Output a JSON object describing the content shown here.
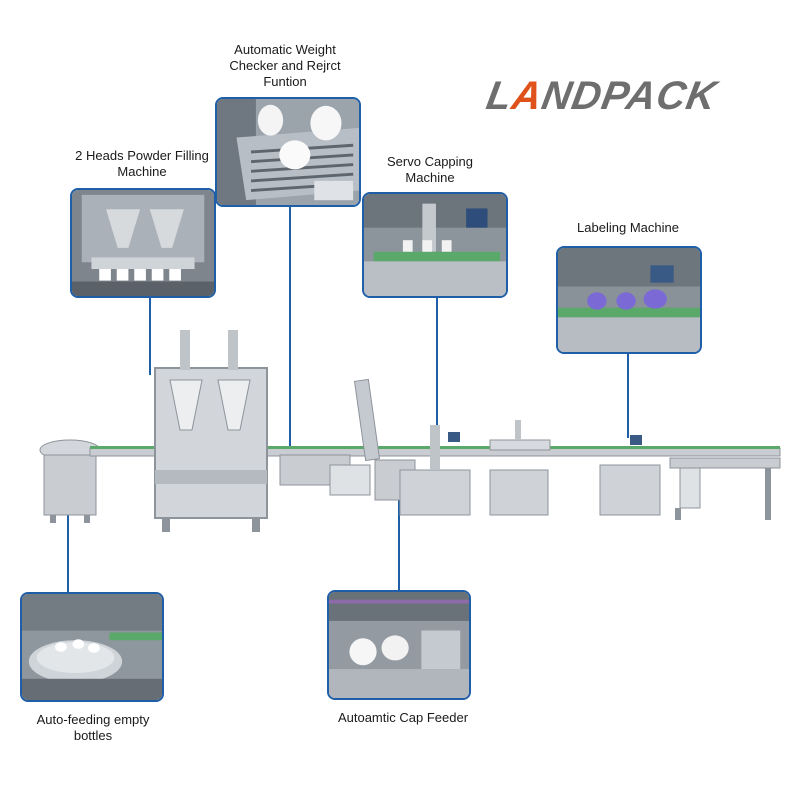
{
  "logo": {
    "prefix": "L",
    "accent": "A",
    "suffix": "NDPACK",
    "colors": {
      "main": "#6e6e6e",
      "accent": "#e0521c"
    }
  },
  "labels": {
    "weight_checker": "Automatic Weight\nChecker and Rejrct\nFuntion",
    "powder_filling": "2 Heads Powder Filling\nMachine",
    "servo_capping": "Servo Capping\nMachine",
    "labeling": "Labeling Machine",
    "auto_feeding": "Auto-feeding empty\nbottles",
    "cap_feeder": "Autoamtic Cap Feeder"
  },
  "colors": {
    "connector": "#1f5fa8",
    "steel": "#c9ccd1",
    "steel_dark": "#8e949c",
    "conveyor": "#5aa86a"
  }
}
